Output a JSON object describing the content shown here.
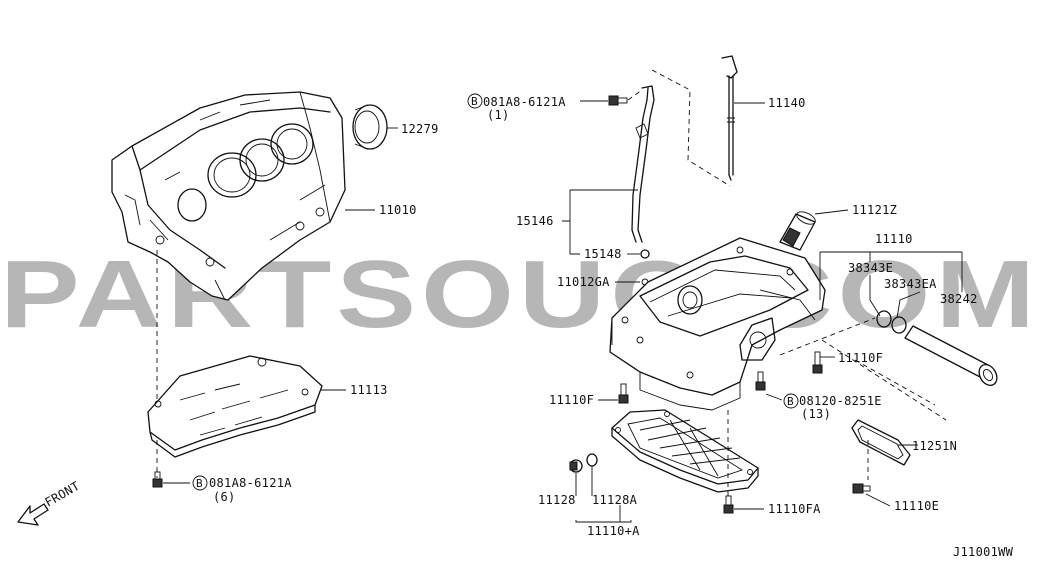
{
  "labels": {
    "p12279": "12279",
    "p11010": "11010",
    "p11113": "11113",
    "bolt_left": "081A8-6121A",
    "bolt_left_qty": "(6)",
    "bolt_top": "081A8-6121A",
    "bolt_top_qty": "(1)",
    "p11140": "11140",
    "p15146": "15146",
    "p15148": "15148",
    "p11012GA": "11012GA",
    "p11121Z": "11121Z",
    "p11110": "11110",
    "p38343E": "38343E",
    "p38343EA": "38343EA",
    "p38242": "38242",
    "p11110F_right": "11110F",
    "p11110F_left": "11110F",
    "bolt_right": "08120-8251E",
    "bolt_right_qty": "(13)",
    "p11251N": "11251N",
    "p11110E": "11110E",
    "p11128": "11128",
    "p11128A": "11128A",
    "p11110A": "11110+A",
    "p11110FA": "11110FA",
    "front": "FRONT",
    "ref": "J11001WW",
    "bolt_marker": "B"
  },
  "watermark": "PARTSOUQ.COM"
}
